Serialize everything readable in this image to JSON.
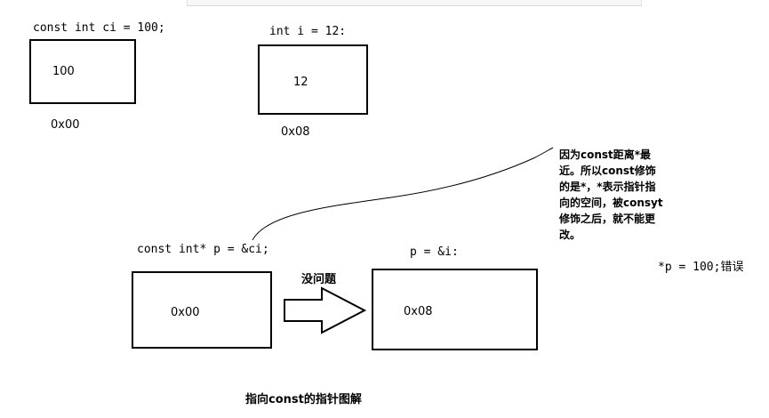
{
  "top_left": {
    "declaration": "const int ci = 100;",
    "box_value": "100",
    "address": "0x00"
  },
  "top_middle": {
    "declaration": "int i = 12:",
    "box_value": "12",
    "address": "0x08"
  },
  "note": {
    "lines": [
      "因为const距离*最",
      "近。所以const修饰",
      "的是*，*表示指针指",
      "向的空间，被consyt",
      "修饰之后，就不能更",
      "改。"
    ]
  },
  "bottom_left": {
    "declaration": "const int* p = &ci;",
    "box_value": "0x00"
  },
  "arrow_label": "没问题",
  "bottom_right": {
    "declaration": "p = &i:",
    "box_value": "0x08"
  },
  "error_note": "*p = 100;错误",
  "caption": "指向const的指针图解"
}
